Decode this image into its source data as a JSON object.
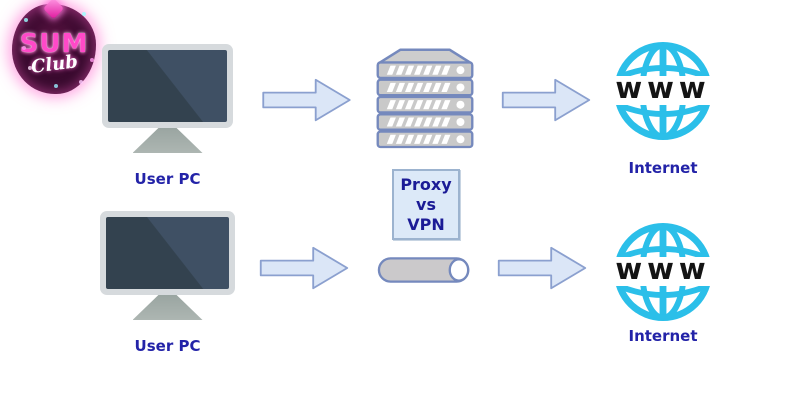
{
  "logo": {
    "title": "SUM",
    "subtitle": "Club"
  },
  "diagram": {
    "center_box": {
      "lines": [
        "Proxy",
        "vs",
        "VPN"
      ]
    },
    "rows": [
      {
        "name": "proxy-row",
        "pc_label": "User PC",
        "middle": "proxy-server-stack",
        "www_label": "www",
        "internet_label": "Internet"
      },
      {
        "name": "vpn-row",
        "pc_label": "User PC",
        "middle": "vpn-tunnel",
        "www_label": "www",
        "internet_label": "Internet"
      }
    ]
  },
  "colors": {
    "arrow_fill": "#dbe6f7",
    "arrow_border": "#8ba0cf",
    "server_fill": "#c9c9c9",
    "server_border": "#7589bd",
    "tunnel_fill": "#cbc9cb",
    "globe_cyan": "#2bbfe9",
    "label_blue": "#2323a8",
    "box_fill": "#dce9f8",
    "box_text_navy": "#1b1b96",
    "logo_pink": "#ff49c8"
  }
}
